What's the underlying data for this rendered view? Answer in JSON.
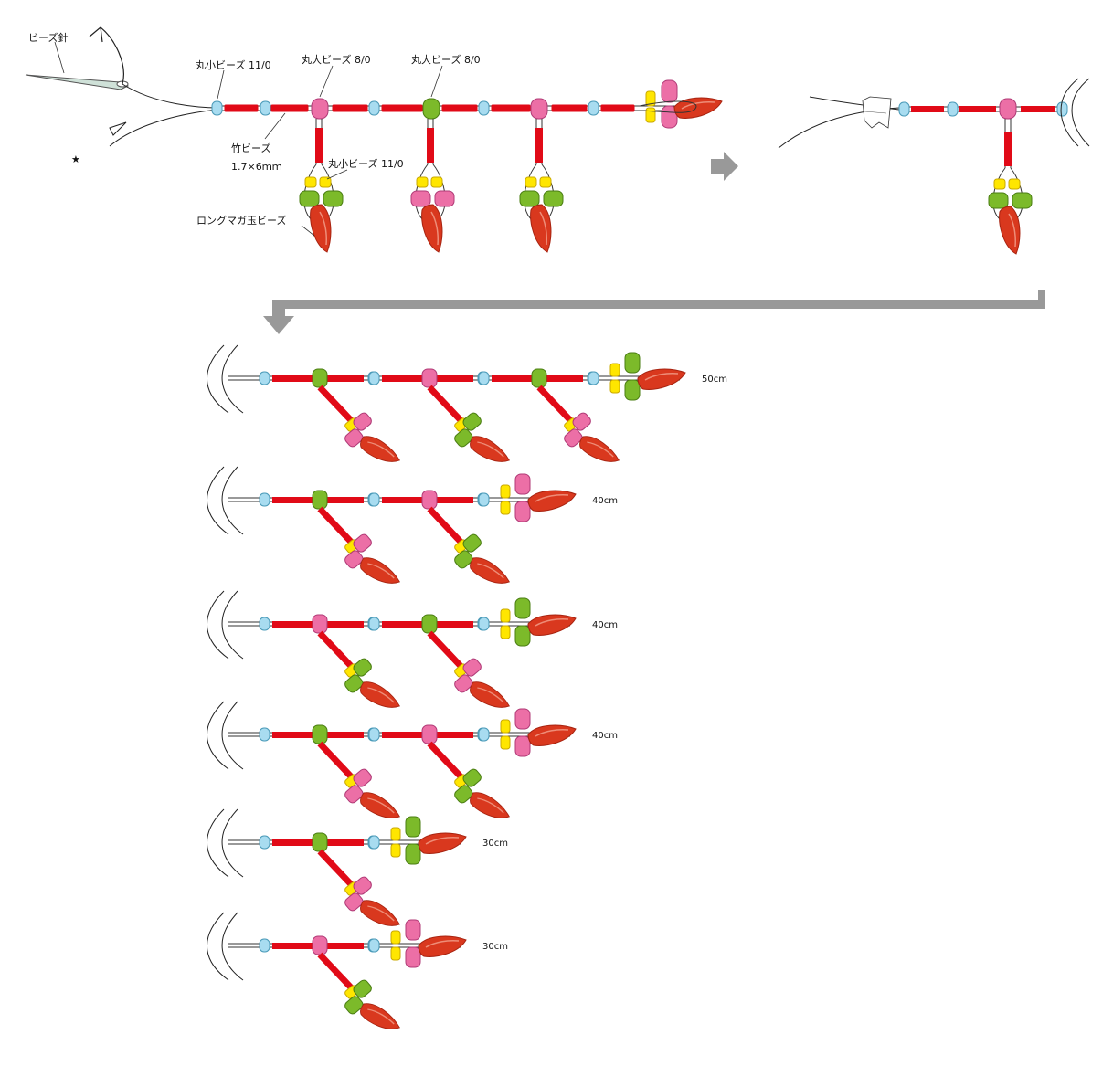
{
  "labels": {
    "needle": "ビーズ針",
    "round_small_1": "丸小ビーズ 11/0",
    "round_large_1": "丸大ビーズ 8/0",
    "round_large_2": "丸大ビーズ 8/0",
    "bugle": "竹ビーズ",
    "bugle_size": "1.7×6ｍｍ",
    "round_small_2": "丸小ビーズ 11/0",
    "long_magatama": "ロングマガ玉ビーズ",
    "star": "★"
  },
  "strands": [
    {
      "length": "50cm",
      "drops": 3,
      "spacers": [
        "green",
        "pink",
        "green"
      ],
      "drop_colors": [
        "pink",
        "green",
        "pink"
      ],
      "end": "green"
    },
    {
      "length": "40cm",
      "drops": 2,
      "spacers": [
        "green",
        "pink"
      ],
      "drop_colors": [
        "pink",
        "green"
      ],
      "end": "pink"
    },
    {
      "length": "40cm",
      "drops": 2,
      "spacers": [
        "pink",
        "green"
      ],
      "drop_colors": [
        "green",
        "pink"
      ],
      "end": "green"
    },
    {
      "length": "40cm",
      "drops": 2,
      "spacers": [
        "green",
        "pink"
      ],
      "drop_colors": [
        "pink",
        "green"
      ],
      "end": "pink"
    },
    {
      "length": "30cm",
      "drops": 1,
      "spacers": [
        "green"
      ],
      "drop_colors": [
        "pink"
      ],
      "end": "green"
    },
    {
      "length": "30cm",
      "drops": 1,
      "spacers": [
        "pink"
      ],
      "drop_colors": [
        "green"
      ],
      "end": "pink"
    }
  ],
  "colors": {
    "bugle": "#e10a17",
    "round_small": "#a8dcf0",
    "yellow": "#ffe600",
    "green": "#7cba2a",
    "pink": "#ec6fa6",
    "magatama": "#d9381e",
    "arrow": "#999999"
  }
}
